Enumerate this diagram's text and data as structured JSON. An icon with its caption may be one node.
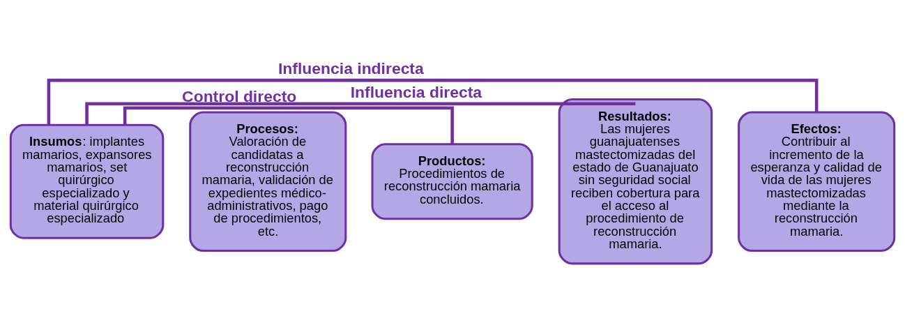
{
  "diagram": {
    "nodes": [
      {
        "text": [
          "**Insumos**: implantes mamarios, expansores mamarios, set quirúrgico especializado y material quirúrgico especializado"
        ]
      },
      {
        "text": [
          "Procesos:",
          "Valoración de candidatas a reconstrucción mamaria, validación de expedientes médico-administrativos, pago de procedimientos, etc."
        ]
      },
      {
        "text": [
          "Productos:",
          "Procedimientos de reconstrucción mamaria concluidos."
        ]
      },
      {
        "text": [
          "Resultados:",
          "Las mujeres guanajuatenses mastectomizadas del estado de Guanajuato sin seguridad social reciben cobertura para el acceso al procedimiento de reconstrucción mamaria."
        ]
      },
      {
        "text": [
          "Efectos:",
          "Contribuir al incremento de la esperanza y calidad de vida de las mujeres mastectomizadas mediante la reconstrucción mamaria."
        ]
      }
    ],
    "edges": [
      {
        "from": 0,
        "to": 2,
        "arrow": "none",
        "label": "Control directo",
        "color": "#7030a0"
      },
      {
        "from": 0,
        "to": 3,
        "arrow": "none",
        "label": "Influencia directa",
        "color": "#7030a0"
      },
      {
        "from": 0,
        "to": 4,
        "arrow": "none",
        "label": "Influencia indirecta",
        "color": "#7030a0"
      }
    ]
  }
}
